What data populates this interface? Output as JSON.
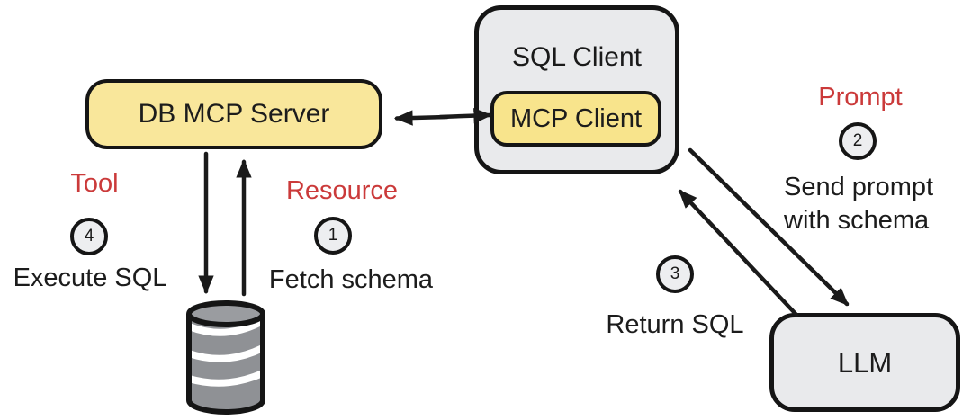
{
  "nodes": {
    "db_mcp_server": {
      "label": "DB MCP Server"
    },
    "sql_client": {
      "label": "SQL Client"
    },
    "mcp_client": {
      "label": "MCP Client"
    },
    "llm": {
      "label": "LLM"
    }
  },
  "labels": {
    "tool": "Tool",
    "resource": "Resource",
    "prompt": "Prompt"
  },
  "steps": [
    {
      "number": "1",
      "text": "Fetch schema"
    },
    {
      "number": "2",
      "text": "Send prompt\nwith schema"
    },
    {
      "number": "3",
      "text": "Return SQL"
    },
    {
      "number": "4",
      "text": "Execute SQL"
    }
  ],
  "icons": {
    "database": "database-cylinder-icon"
  },
  "colors": {
    "accent_red": "#cb3a3a",
    "node_yellow": "#f9e79b",
    "node_yellow_inner": "#f8e48c",
    "node_gray": "#e9eaec",
    "circle_gray": "#edeef0",
    "stroke_black": "#1a1a1a",
    "db_cylinder_gray": "#8f9195"
  }
}
